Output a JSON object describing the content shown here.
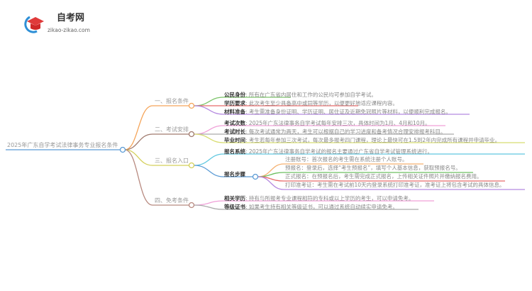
{
  "logo": {
    "name": "自考网",
    "url": "zikao-zikao.com"
  },
  "root": "2025年广东自学考试法律事务专业报名条件",
  "branches": [
    {
      "label": "一、报名条件",
      "items": [
        {
          "key": "公民身份",
          "text": "所有在广东省内居住和工作的公民均可参加自学考试。"
        },
        {
          "key": "学历要求",
          "text": "此次考生至少具备高中或同等学历，以便更好地适应课程内容。"
        },
        {
          "key": "材料准备",
          "text": "考生需准备身份证明、学历证明、居住证及近期免冠照片等材料，以便顺利完成报名。"
        }
      ]
    },
    {
      "label": "二、考试安排",
      "items": [
        {
          "key": "考试次数",
          "text": "2025年广东法律事务自学考试每年安排三次，具体时间为1月、4月和10月。"
        },
        {
          "key": "考试时长",
          "text": "每次考试通常为两天，考生可以根据自己的学习进度和备考情况合理安排报考科目。"
        },
        {
          "key": "毕业时间",
          "text": "考生若每年参加三次考试，每次最多报考四门课程，理论上最快可在1.5到2年内完成所有课程并申请毕业。"
        }
      ]
    },
    {
      "label": "三、报名入口",
      "items": [
        {
          "key": "报名系统",
          "text": "2025年广东法律事务自学考试的报名主要通过广东省自学考试管理系统进行。"
        },
        {
          "key": "报名步骤",
          "text": ""
        }
      ],
      "steps": [
        "注册账号：首次报名的考生需在系统注册个人账号。",
        "预报名：登录后，选择“考生预报名”，填写个人基本信息，获取预报名号。",
        "正式报名：在预报名后，考生需完成正式报名，上传相关证件照片并缴纳报名费用。",
        "打印准考证：考生需在考试前10天内登录系统打印准考证，准考证上将包含考试的具体信息。"
      ]
    },
    {
      "label": "四、免考条件",
      "items": [
        {
          "key": "相关学历",
          "text": "持有与所报考专业课程相符的专科或以上学历的考生，可以申请免考。"
        },
        {
          "key": "等级证书",
          "text": "如果考生持有相关等级证书，可以通过系统自动续实申请免考。"
        }
      ]
    }
  ],
  "colors": {
    "root": "#5b9bd5",
    "b1": "#f5a55a",
    "b2": "#a07a6e",
    "b3": "#d4cf5a",
    "b4": "#b88a80"
  }
}
